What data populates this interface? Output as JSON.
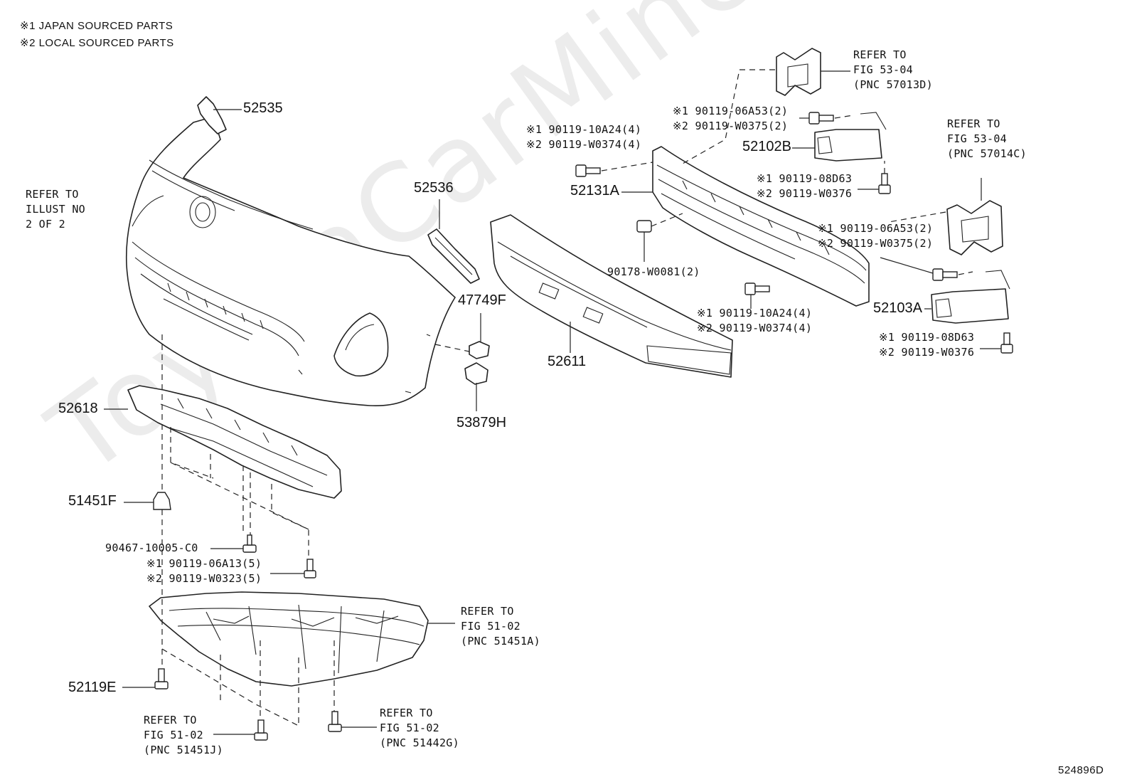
{
  "legend": {
    "note1": "※1 JAPAN SOURCED PARTS",
    "note2": "※2 LOCAL SOURCED PARTS"
  },
  "watermark": "ToyotaCarMine.ru",
  "labels": {
    "p52535": "52535",
    "p52536": "52536",
    "refer_illust": "REFER TO\nILLUST NO\n2 OF 2",
    "p47749F": "47749F",
    "p53879H": "53879H",
    "p52611": "52611",
    "p52618": "52618",
    "p51451F": "51451F",
    "p90467": "90467-10005-C0",
    "bolt_06A13": "※1 90119-06A13(5)\n※2 90119-W0323(5)",
    "refer_51451A": "REFER TO\nFIG 51-02\n(PNC 51451A)",
    "p52119E": "52119E",
    "refer_51451J": "REFER TO\nFIG 51-02\n(PNC 51451J)",
    "refer_51442G": "REFER TO\nFIG 51-02\n(PNC 51442G)",
    "refer_57013D": "REFER TO\nFIG 53-04\n(PNC 57013D)",
    "bolt_06A53_top": "※1 90119-06A53(2)\n※2 90119-W0375(2)",
    "p52102B": "52102B",
    "bolt_10A24_top": "※1 90119-10A24(4)\n※2 90119-W0374(4)",
    "bolt_08D63_top": "※1 90119-08D63\n※2 90119-W0376",
    "p52131A": "52131A",
    "refer_57014C": "REFER TO\nFIG 53-04\n(PNC 57014C)",
    "bolt_06A53_right": "※1 90119-06A53(2)\n※2 90119-W0375(2)",
    "p90178": "90178-W0081(2)",
    "bolt_10A24_bottom": "※1 90119-10A24(4)\n※2 90119-W0374(4)",
    "p52103A": "52103A",
    "bolt_08D63_bottom": "※1 90119-08D63\n※2 90119-W0376",
    "illustration_id": "524896D"
  }
}
